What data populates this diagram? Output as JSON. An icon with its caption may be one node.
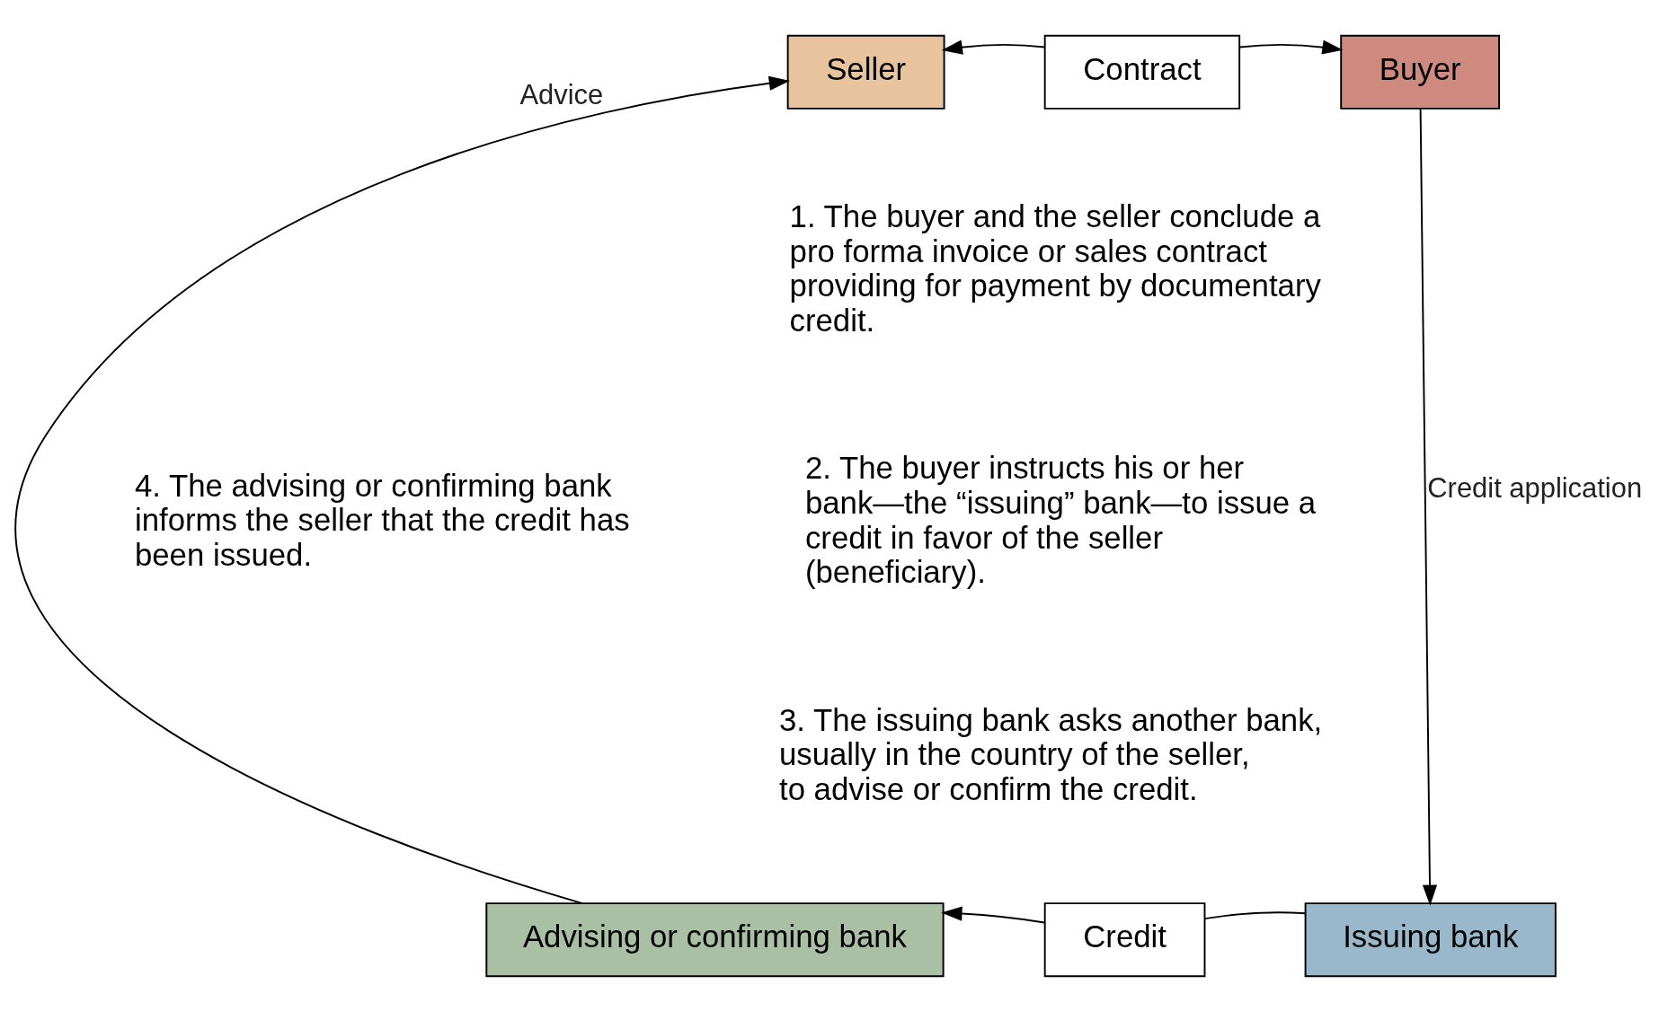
{
  "diagram": {
    "nodes": [
      {
        "text": [
          "Seller"
        ]
      },
      {
        "text": [
          "Contract"
        ]
      },
      {
        "text": [
          "Buyer"
        ]
      },
      {
        "text": [
          "Advising or confirming bank"
        ]
      },
      {
        "text": [
          "Credit"
        ]
      },
      {
        "text": [
          "Issuing bank"
        ]
      }
    ],
    "edges": [
      {
        "from": 1,
        "to": 0,
        "arrow": "to"
      },
      {
        "from": 1,
        "to": 2,
        "arrow": "to"
      },
      {
        "from": 2,
        "to": 5,
        "arrow": "to",
        "label": "Credit application"
      },
      {
        "from": 5,
        "to": 4,
        "arrow": "none"
      },
      {
        "from": 4,
        "to": 3,
        "arrow": "to"
      },
      {
        "from": 3,
        "to": 0,
        "arrow": "to",
        "label": "Advice"
      }
    ],
    "labels": [
      "1. The buyer and the seller conclude a pro forma invoice or sales contract providing for payment by documentary credit.",
      "4. The advising or confirming bank informs the seller that the credit has been issued.",
      "2. The buyer instructs his or her bank—the “issuing” bank—to issue a credit in favor of the seller (beneficiary).",
      "3. The issuing bank asks another bank, usually in the country of the seller, to advise or confirm the credit."
    ]
  }
}
